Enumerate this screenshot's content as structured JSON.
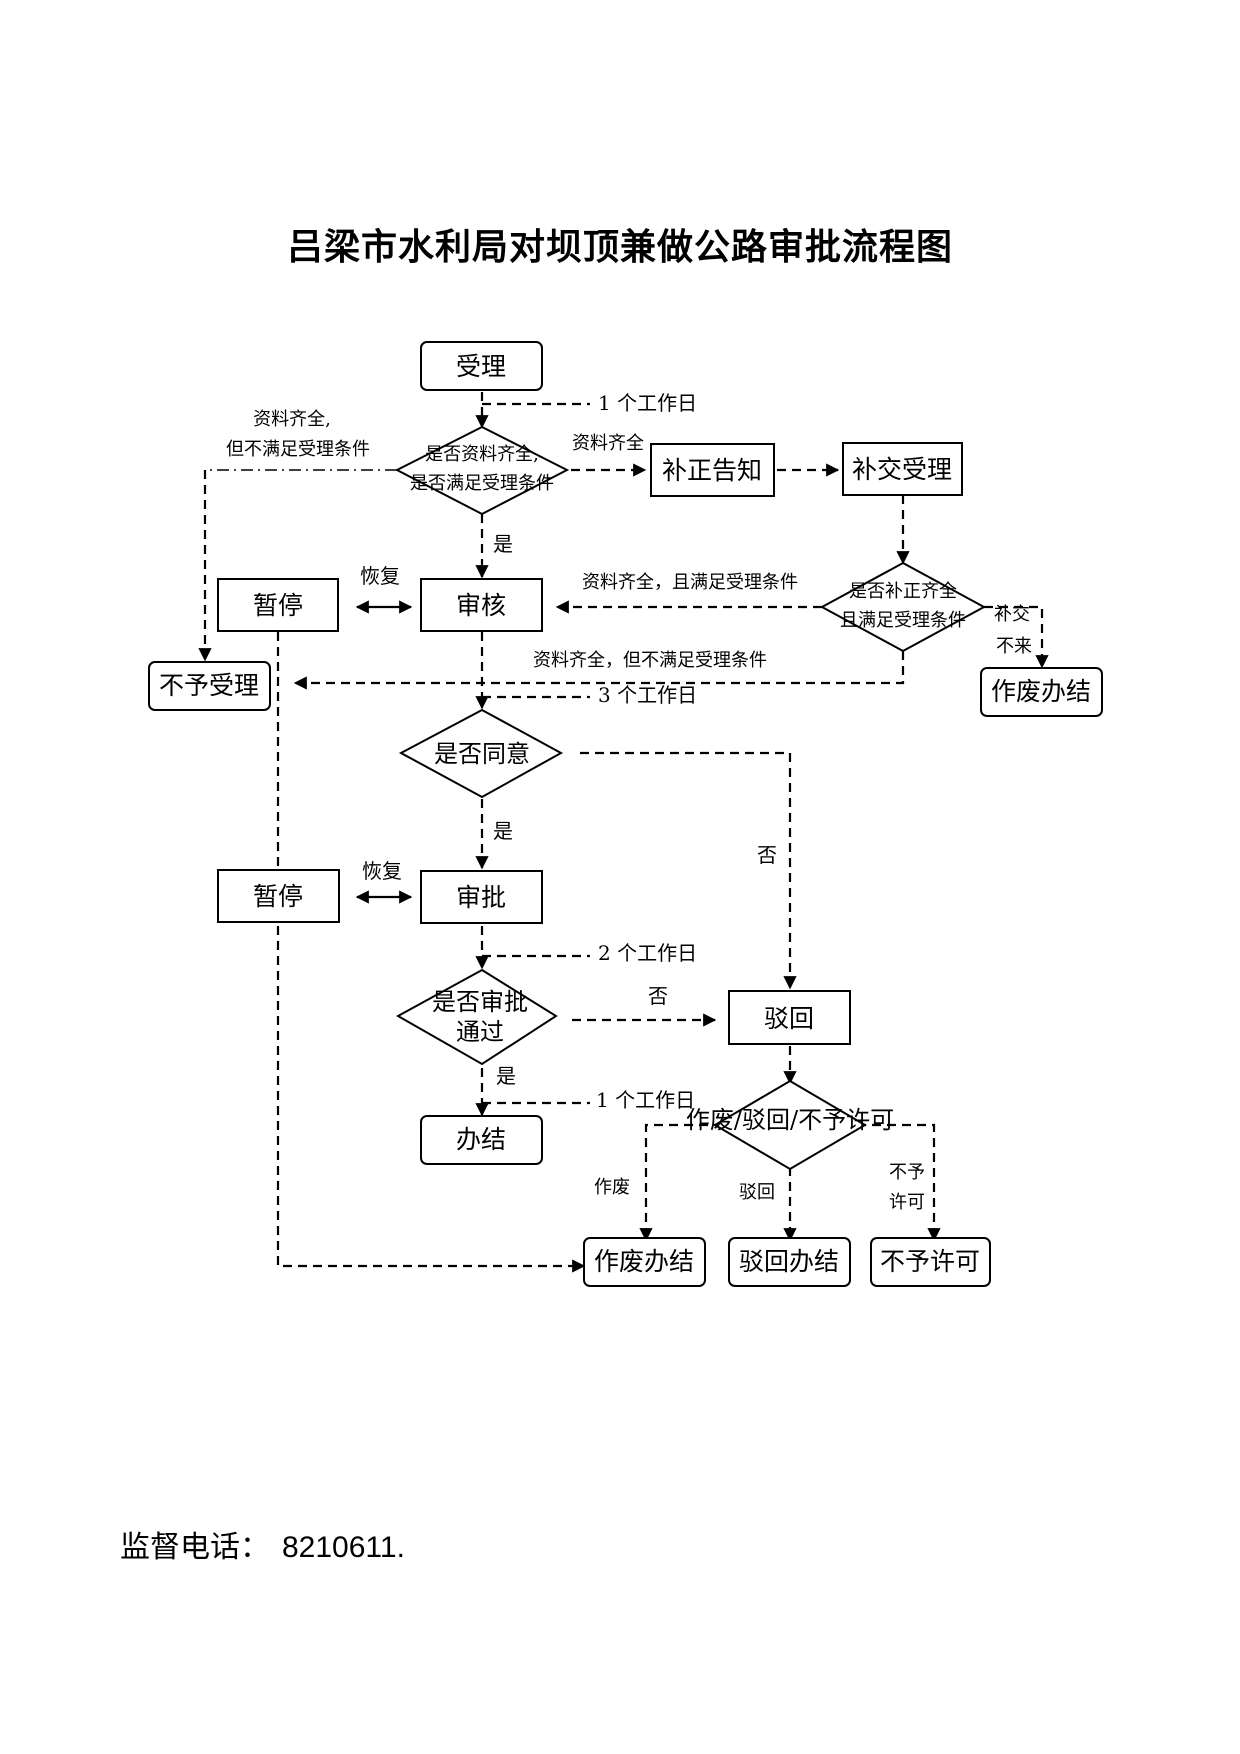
{
  "title": "吕梁市水利局对坝顶兼做公路审批流程图",
  "nodes": {
    "accept": "受理",
    "check_docs_l1": "是否资料齐全,",
    "check_docs_l2": "是否满足受理条件",
    "correction_notice": "补正告知",
    "supplement_accept": "补交受理",
    "suspend_1": "暂停",
    "review": "审核",
    "check_supp_l1": "是否补正齐全",
    "check_supp_l2": "且满足受理条件",
    "reject_accept": "不予受理",
    "void_close_1": "作废办结",
    "agree": "是否同意",
    "suspend_2": "暂停",
    "approve": "审批",
    "reject": "驳回",
    "approved_l1": "是否审批",
    "approved_l2": "通过",
    "done": "办结",
    "choice": "作废/驳回/不予许可",
    "void_close_2": "作废办结",
    "reject_close": "驳回办结",
    "not_permit": "不予许可"
  },
  "labels": {
    "one_day_1": "1 个工作日",
    "docs_ok_not_meet_l1": "资料齐全,",
    "docs_ok_not_meet_l2": "但不满足受理条件",
    "docs_ok": "资料齐全",
    "yes_1": "是",
    "resume_1": "恢复",
    "docs_ok_and_meet": "资料齐全，且满足受理条件",
    "no_supp_l1": "补交",
    "no_supp_l2": "不来",
    "docs_ok_but_not_meet": "资料齐全，但不满足受理条件",
    "three_days": "3 个工作日",
    "yes_2": "是",
    "no_1": "否",
    "resume_2": "恢复",
    "two_days": "2 个工作日",
    "no_2": "否",
    "yes_3": "是",
    "one_day_2": "1 个工作日",
    "void": "作废",
    "reject_lbl": "驳回",
    "not_permit_l1": "不予",
    "not_permit_l2": "许可"
  },
  "footer": {
    "label": "监督电话：",
    "phone": "8210611."
  }
}
